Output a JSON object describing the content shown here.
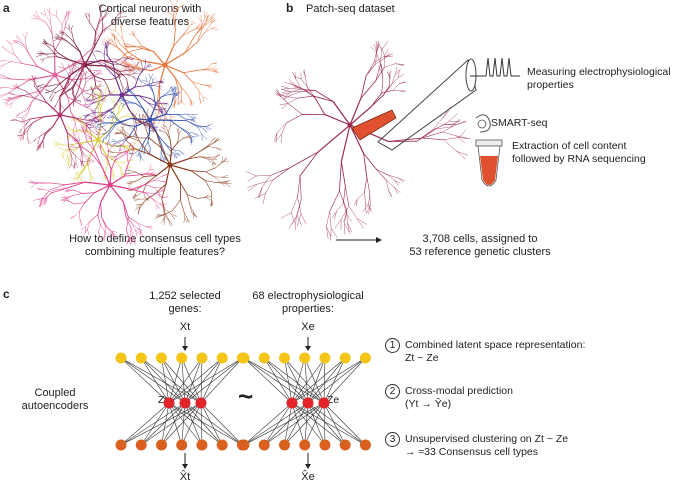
{
  "panel_a": {
    "letter": "a",
    "title_line1": "Cortical neurons with",
    "title_line2": "diverse features",
    "question_line1": "How to define consensus cell types",
    "question_line2": "combining multiple features?"
  },
  "panel_b": {
    "letter": "b",
    "title": "Patch-seq dataset",
    "ephys_line1": "Measuring electrophysiological",
    "ephys_line2": "properties",
    "smartseq": "SMART-seq",
    "extract_line1": "Extraction of cell content",
    "extract_line2": "followed by RNA sequencing",
    "result_line1": "3,708 cells, assigned to",
    "result_line2": "53 reference genetic clusters"
  },
  "panel_c": {
    "letter": "c",
    "genes_line1": "1,252 selected",
    "genes_line2": "genes:",
    "ephys_line1": "68 electrophysiological",
    "ephys_line2": "properties:",
    "input_t": "Xt",
    "input_e": "Xe",
    "latent_t": "Zt",
    "latent_e": "Ze",
    "output_t": "X̂t",
    "output_e": "X̂e",
    "tilde": "~",
    "coupled_line1": "Coupled",
    "coupled_line2": "autoencoders",
    "steps": [
      {
        "num": "1",
        "line1": "Combined latent space representation:",
        "line2": "Zt ~ Ze"
      },
      {
        "num": "2",
        "line1": "Cross-modal prediction",
        "line2": "(Yt → Ŷe)"
      },
      {
        "num": "3",
        "line1": "Unsupervised clustering on Zt ~ Ze",
        "line2": "→ ≈33 Consensus cell types"
      }
    ]
  },
  "colors": {
    "input_node": "#f5c518",
    "latent_node": "#e0242a",
    "output_node": "#d9601f",
    "pipette_fill": "#e0522f",
    "neuron_b": "#9c2a55"
  },
  "neuron_colors": [
    "#e0609a",
    "#7a1f3d",
    "#e8743c",
    "#6d2f8f",
    "#d8cf3a",
    "#2f4fb5",
    "#8a3a1a",
    "#e23b88",
    "#b3336a"
  ]
}
